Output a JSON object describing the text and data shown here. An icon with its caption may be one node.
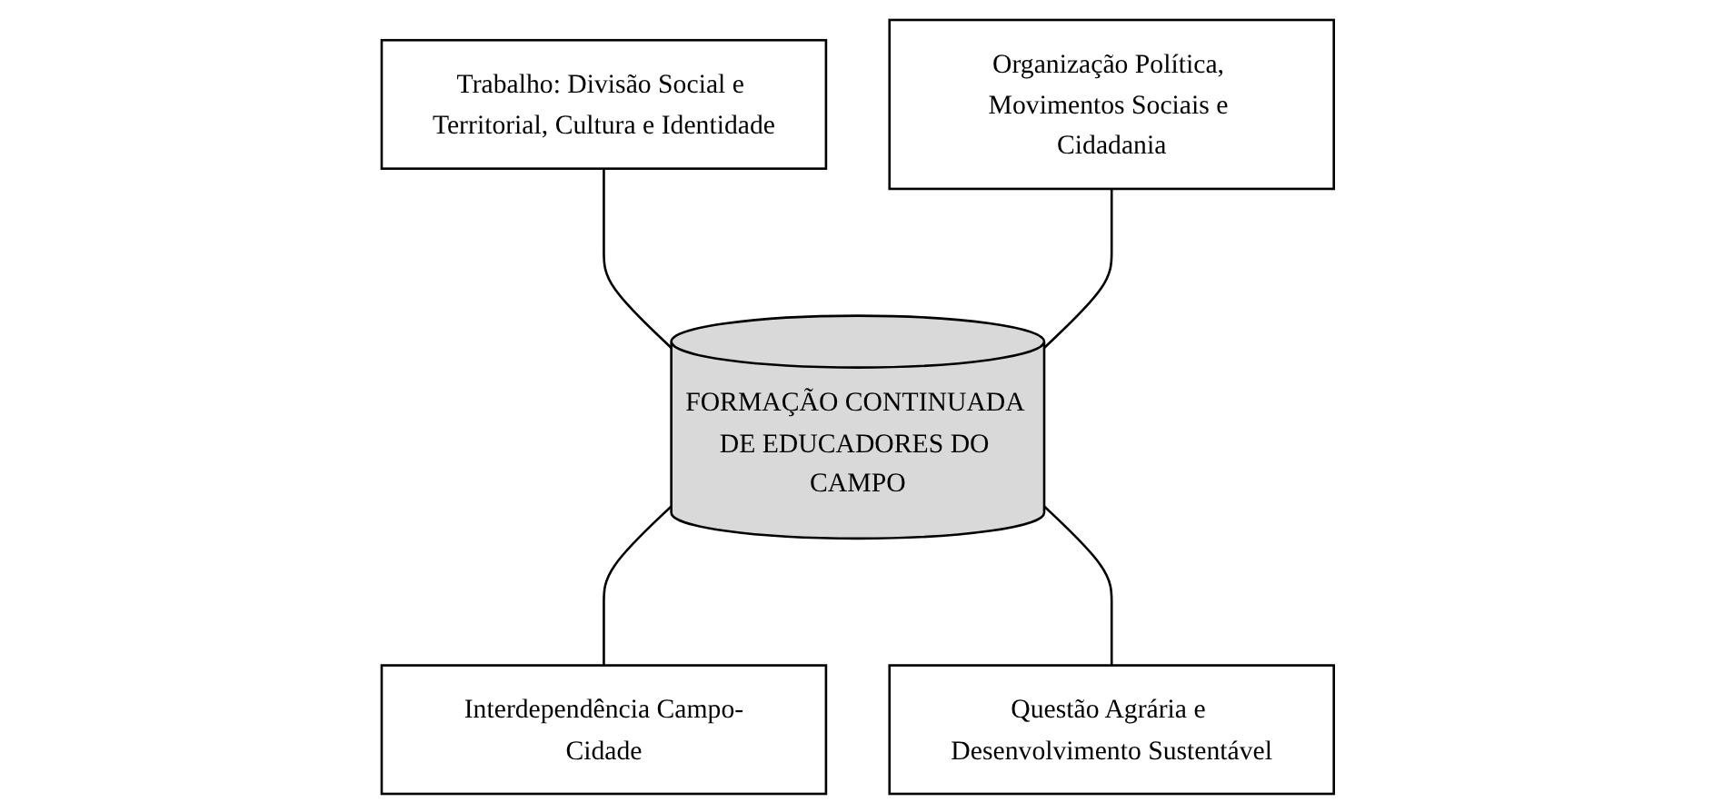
{
  "diagram": {
    "nodes": [
      {
        "text": [
          "Trabalho: Divisão Social e Territorial, Cultura e Identidade"
        ]
      },
      {
        "text": [
          "Organização Política, Movimentos Sociais e Cidadania"
        ]
      },
      {
        "text": [
          "FORMAÇÃO CONTINUADA DE EDUCADORES DO CAMPO"
        ]
      },
      {
        "text": [
          "Interdependência Campo-Cidade"
        ]
      },
      {
        "text": [
          "Questão Agrária e Desenvolvimento Sustentável"
        ]
      }
    ],
    "edges": [
      {
        "from": 0,
        "to": 2,
        "arrow": "none"
      },
      {
        "from": 1,
        "to": 2,
        "arrow": "none"
      },
      {
        "from": 2,
        "to": 3,
        "arrow": "none"
      },
      {
        "from": 2,
        "to": 4,
        "arrow": "none"
      }
    ]
  }
}
